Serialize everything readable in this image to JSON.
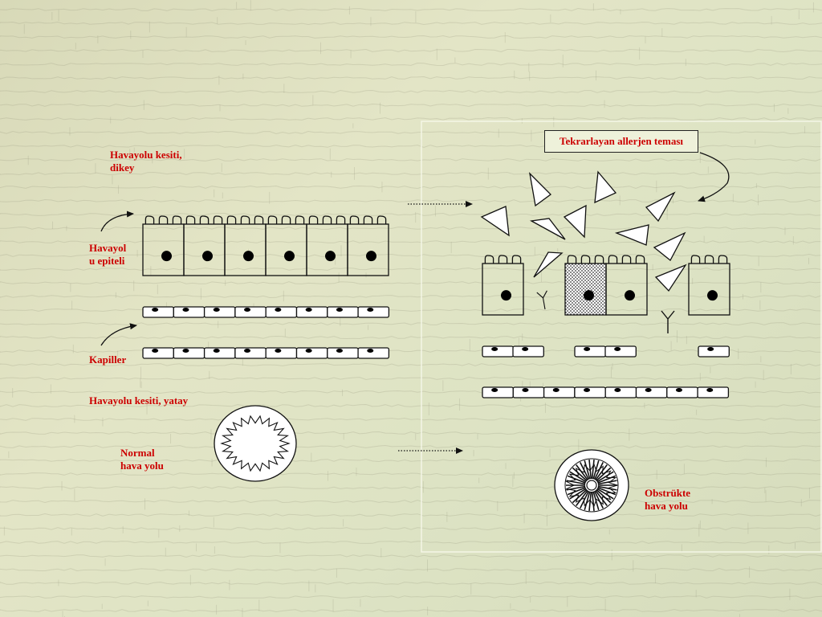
{
  "labels": {
    "vertical_section": "Havayolu kesiti,\ndikey",
    "airway_epithelium": "Havayol\nu epiteli",
    "capillary": "Kapiller",
    "horizontal_section": "Havayolu kesiti, yatay",
    "normal_airway": "Normal\nhava yolu",
    "allergen_exposure": "Tekrarlayan allerjen teması",
    "obstructed_airway": "Obstrükte\nhava yolu"
  },
  "colors": {
    "label_red": "#cc0000",
    "outline": "#111111",
    "panel_border": "#f4f6e6"
  },
  "icons": {
    "allergen": "allergen-triangle-icon",
    "antibody": "antibody-y-icon",
    "nucleus": "nucleus-dot-icon"
  }
}
